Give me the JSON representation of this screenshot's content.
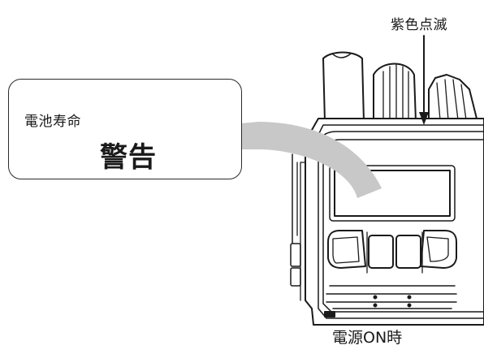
{
  "callout": {
    "line1": "電池寿命",
    "line2": "警告"
  },
  "labels": {
    "led_state": "紫色点滅",
    "power_state": "電源ON時"
  },
  "colors": {
    "stroke": "#1a1a1a",
    "pointer_fill": "#c8c8c8",
    "background": "#ffffff"
  }
}
